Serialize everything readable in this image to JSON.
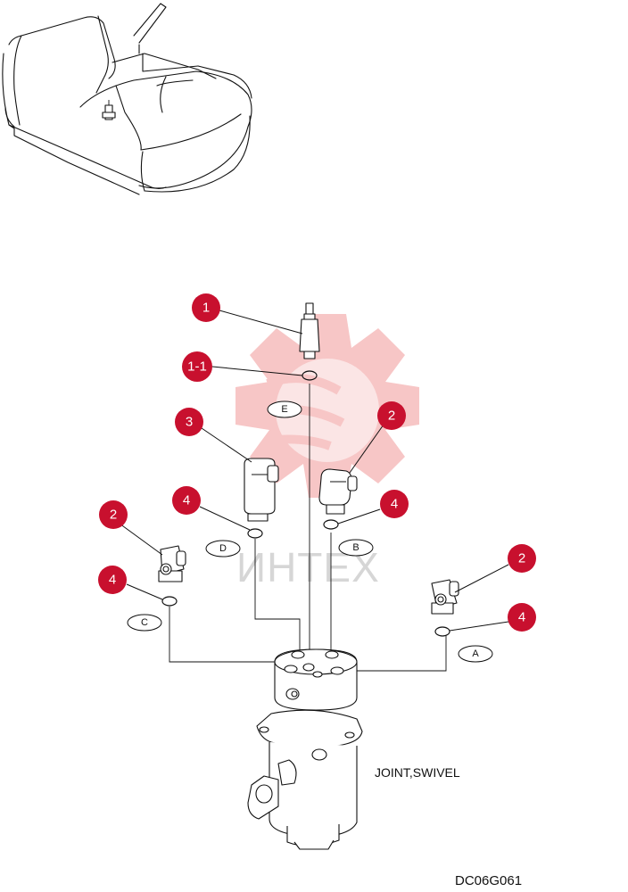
{
  "callouts": {
    "c1": "1",
    "c1_1": "1-1",
    "c2_top": "2",
    "c2_left": "2",
    "c2_right": "2",
    "c3": "3",
    "c4_d": "4",
    "c4_b": "4",
    "c4_c": "4",
    "c4_a": "4"
  },
  "ports": {
    "e": "E",
    "d": "D",
    "b": "B",
    "c": "C",
    "a": "A"
  },
  "part_name": "JOINT,SWIVEL",
  "drawing_code": "DC06G061",
  "watermark": "ИНТЕХ",
  "colors": {
    "callout": "#c8102e",
    "watermark": "#f7c9c9",
    "line": "#111111"
  }
}
